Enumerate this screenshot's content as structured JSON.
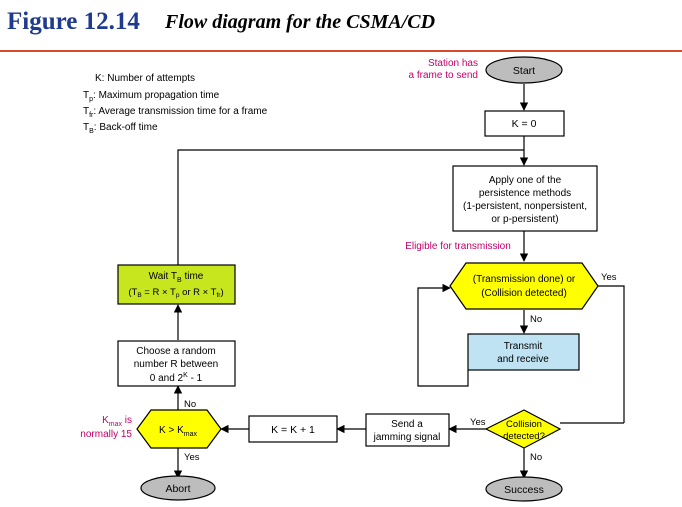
{
  "figure": {
    "number": "Figure 12.14",
    "title": "Flow diagram for the CSMA/CD"
  },
  "legend": {
    "k": "K: Number of attempts",
    "tp_sym": "T",
    "tp_sub": "p",
    "tp_desc": ": Maximum propagation time",
    "tfr_sym": "T",
    "tfr_sub": "fr",
    "tfr_desc": ": Average transmission time for a frame",
    "tb_sym": "T",
    "tb_sub": "B",
    "tb_desc": ": Back-off time"
  },
  "nodes": {
    "start": "Start",
    "start_note_1": "Station has",
    "start_note_2": "a frame to send",
    "k_init": "K = 0",
    "persist_1": "Apply one of the",
    "persist_2": "persistence methods",
    "persist_3": "(1-persistent, nonpersistent,",
    "persist_4": "or p-persistent)",
    "eligible": "Eligible for transmission",
    "txdone_1": "(Transmission done) or",
    "txdone_2": "(Collision detected)",
    "transmit_1": "Transmit",
    "transmit_2": "and receive",
    "collision_1": "Collision",
    "collision_2": "detected?",
    "success": "Success",
    "jam_1": "Send a",
    "jam_2": "jamming signal",
    "k_inc": "K = K + 1",
    "kmax_k": "K > K",
    "kmax_sub": "max",
    "kmax_note_k": "K",
    "kmax_note_sub": "max",
    "kmax_note_1": " is",
    "kmax_note_2": "normally 15",
    "abort": "Abort",
    "random_1": "Choose a random",
    "random_2": "number R between",
    "random_3a": "0 and 2",
    "random_3sup": "K",
    "random_3b": " - 1",
    "wait_1a": "Wait T",
    "wait_1sub": "B",
    "wait_1b": " time",
    "wait_2": "(T"
  },
  "edges": {
    "yes": "Yes",
    "no": "No"
  },
  "colors": {
    "title_blue": "#1f3a8f",
    "rule_red": "#d84a2f",
    "annotation_magenta": "#c4006b",
    "decision_yellow": "#ffff00",
    "wait_green": "#c8e61e",
    "transmit_blue": "#bfe3f2",
    "terminal_gray": "#bdbdbd"
  }
}
